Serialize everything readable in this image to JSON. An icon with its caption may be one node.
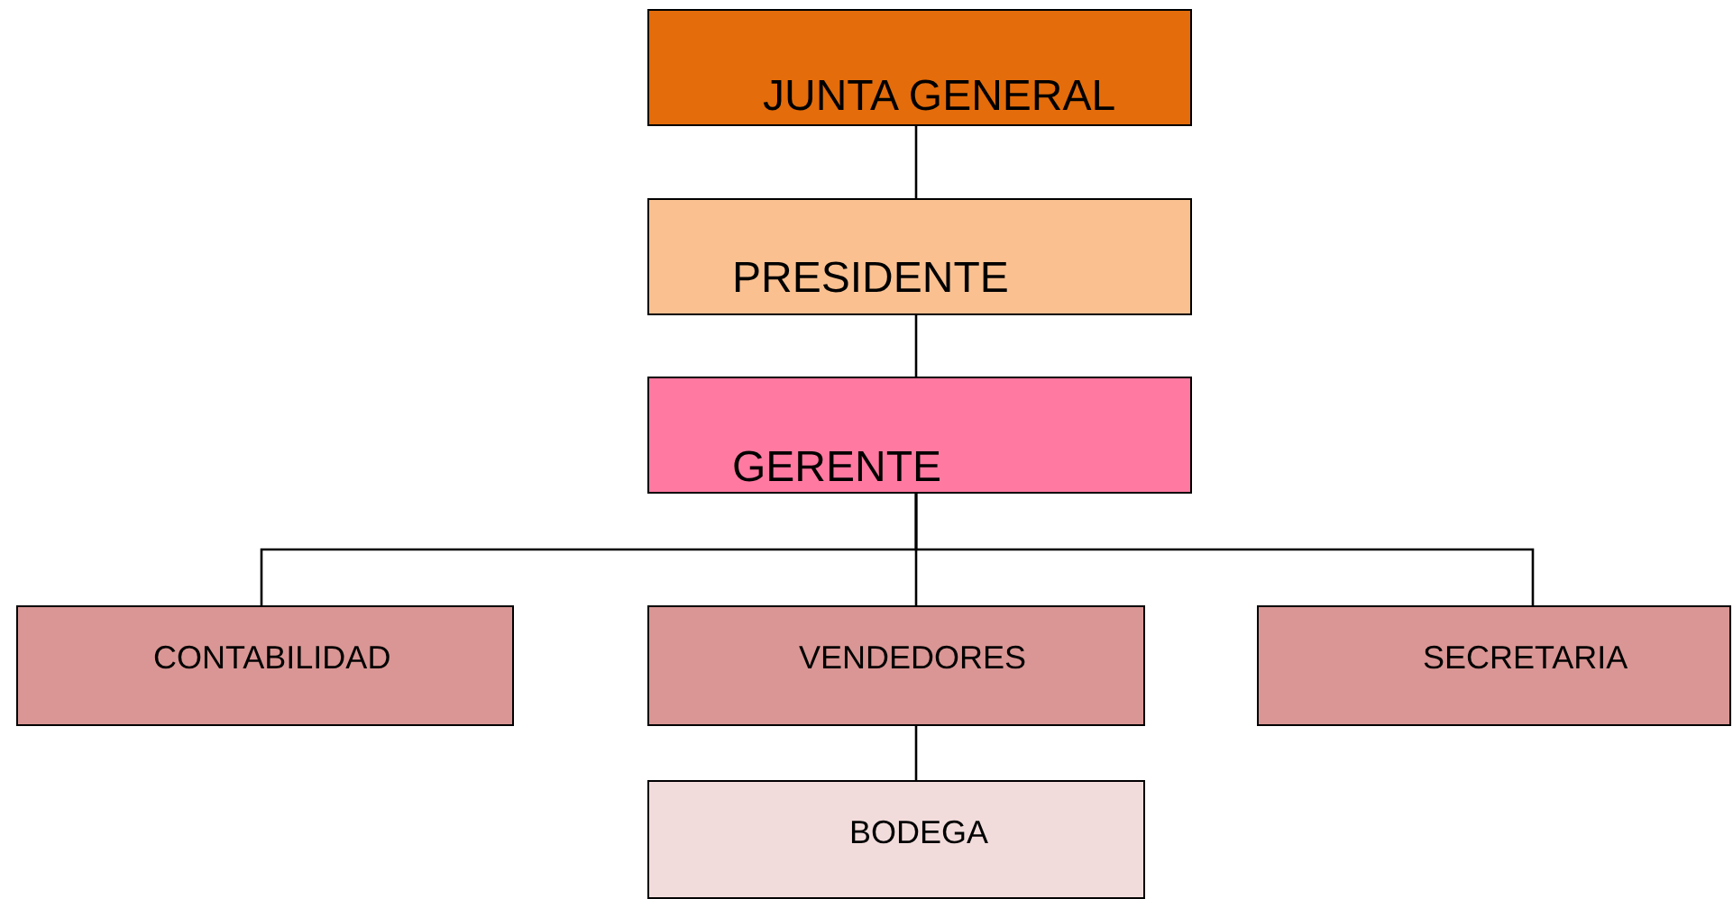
{
  "diagram": {
    "nodes": [
      {
        "text": [
          "JUNTA GENERAL"
        ]
      },
      {
        "text": [
          "PRESIDENTE"
        ]
      },
      {
        "text": [
          "GERENTE"
        ]
      },
      {
        "text": [
          "CONTABILIDAD"
        ]
      },
      {
        "text": [
          "VENDEDORES"
        ]
      },
      {
        "text": [
          "SECRETARIA"
        ]
      },
      {
        "text": [
          "BODEGA"
        ]
      }
    ],
    "edges": [
      {
        "from": 0,
        "to": 1,
        "arrow": "none"
      },
      {
        "from": 1,
        "to": 2,
        "arrow": "none"
      },
      {
        "from": 2,
        "to": 3,
        "arrow": "none"
      },
      {
        "from": 2,
        "to": 4,
        "arrow": "none"
      },
      {
        "from": 2,
        "to": 5,
        "arrow": "none"
      },
      {
        "from": 4,
        "to": 6,
        "arrow": "none"
      }
    ]
  }
}
